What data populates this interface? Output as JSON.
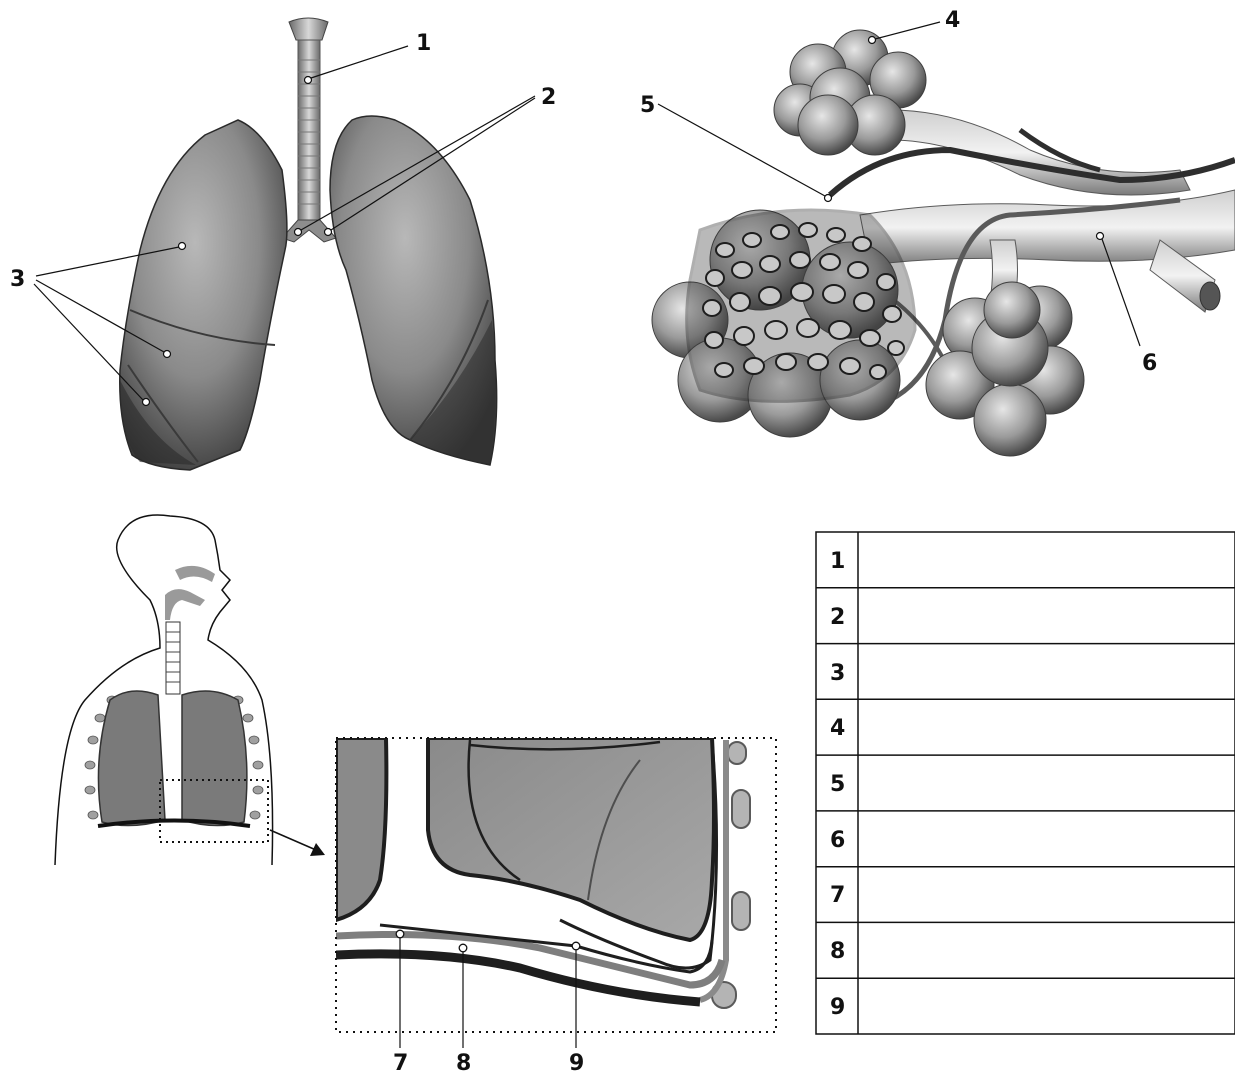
{
  "diagrams": {
    "lungs": {
      "labels": [
        "1",
        "2",
        "3"
      ]
    },
    "alveoli": {
      "labels": [
        "4",
        "5",
        "6"
      ]
    },
    "thorax_detail": {
      "labels": [
        "7",
        "8",
        "9"
      ]
    }
  },
  "answer_table": {
    "rows": [
      {
        "number": "1",
        "answer": ""
      },
      {
        "number": "2",
        "answer": ""
      },
      {
        "number": "3",
        "answer": ""
      },
      {
        "number": "4",
        "answer": ""
      },
      {
        "number": "5",
        "answer": ""
      },
      {
        "number": "6",
        "answer": ""
      },
      {
        "number": "7",
        "answer": ""
      },
      {
        "number": "8",
        "answer": ""
      },
      {
        "number": "9",
        "answer": ""
      }
    ]
  }
}
